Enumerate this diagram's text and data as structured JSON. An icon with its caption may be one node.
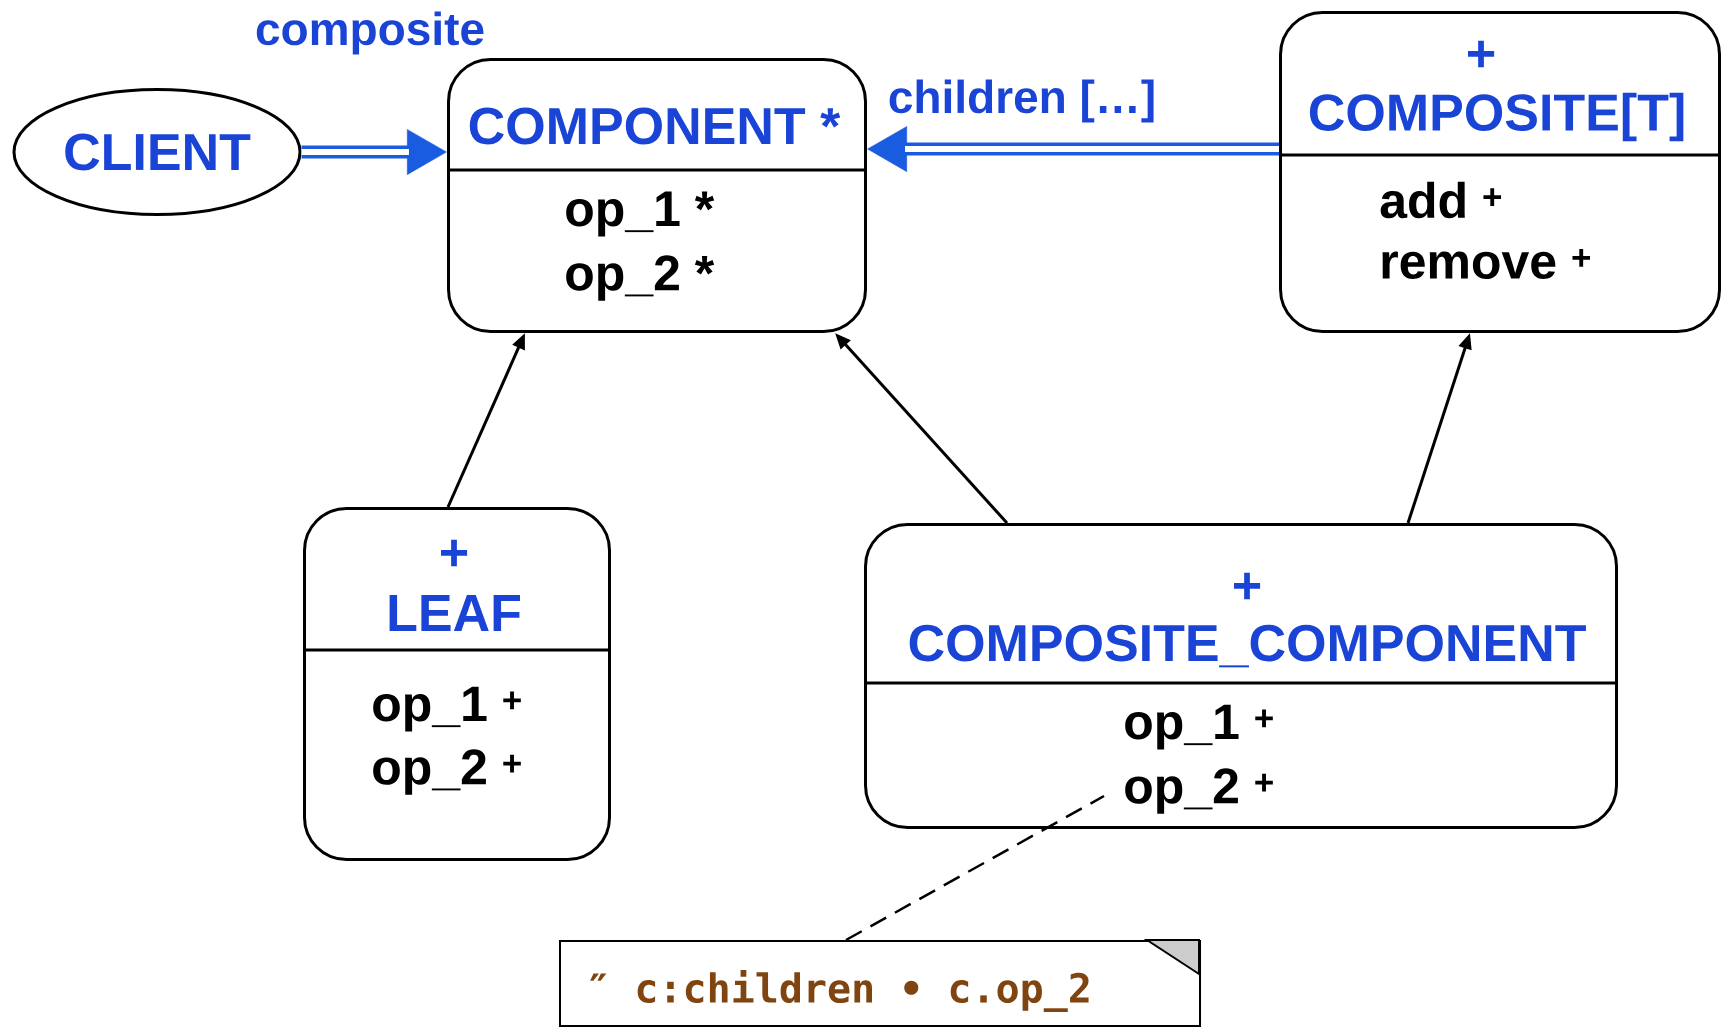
{
  "diagram": {
    "nodes": [
      {
        "text": [
          "CLIENT"
        ]
      },
      {
        "text": [
          "COMPONENT *",
          "op_1 *",
          "op_2 *"
        ]
      },
      {
        "text": [
          "+",
          "COMPOSITE[T]",
          "add $^{+}$",
          "remove $^{+}$"
        ]
      },
      {
        "text": [
          "+",
          "LEAF",
          "op_1 $^{+}$",
          "op_2 $^{+}$"
        ]
      },
      {
        "text": [
          "+",
          "COMPOSITE_COMPONENT",
          "op_1 $^{+}$",
          "op_2 $^{+}$"
        ]
      },
      {
        "text": [
          "″ c:children • c.op_2"
        ]
      }
    ],
    "edges": [
      {
        "from": 0,
        "to": 1,
        "arrow": "to",
        "label": "composite",
        "style": "thick",
        "color": "#1a5ce0"
      },
      {
        "from": 2,
        "to": 1,
        "arrow": "to",
        "label": "children […]",
        "style": "thick",
        "color": "#1a5ce0"
      },
      {
        "from": 3,
        "to": 1,
        "arrow": "to"
      },
      {
        "from": 4,
        "to": 1,
        "arrow": "to"
      },
      {
        "from": 4,
        "to": 2,
        "arrow": "to"
      },
      {
        "from": 5,
        "to": 4,
        "arrow": "none",
        "style": "dashed"
      }
    ]
  }
}
